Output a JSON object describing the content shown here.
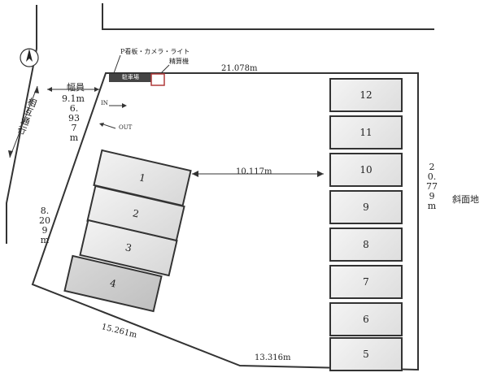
{
  "labels": {
    "street": "相互通行",
    "width_label": "幅員",
    "width_value": "9.1m",
    "sign_label": "P看板・カメラ・ライト",
    "pay_machine": "精算機",
    "booth_text": "駐車場",
    "in": "IN",
    "out": "OUT",
    "slope": "斜面地"
  },
  "dimensions": {
    "top": "21.078m",
    "aisle": "10.117m",
    "left_entrance": "6.937m",
    "left_lower": "8.209m",
    "right": "20.779m",
    "bottom_left": "15.261m",
    "bottom_right": "13.316m"
  },
  "lots": {
    "right": [
      "12",
      "11",
      "10",
      "9",
      "8",
      "7",
      "6",
      "5"
    ],
    "left": [
      "1",
      "2",
      "3",
      "4"
    ]
  },
  "colors": {
    "line": "#333333",
    "lot_fill_light": "#f4f4f4",
    "lot_fill_dark": "#d8d8d8",
    "lot4_fill": "#c8c8c8",
    "pay_machine_outline": "#b03a3a"
  },
  "icons": {
    "compass": "north-arrow-icon"
  }
}
